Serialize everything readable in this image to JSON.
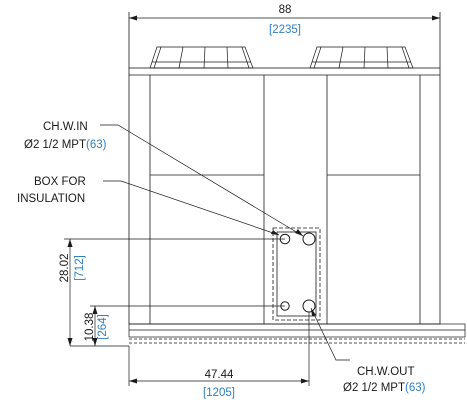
{
  "dimensions": {
    "overall_width": {
      "imperial": "88",
      "metric": "[2235]"
    },
    "inlet_height": {
      "imperial": "28.02",
      "metric": "[712]"
    },
    "outlet_height": {
      "imperial": "10.38",
      "metric": "[264]"
    },
    "connection_offset": {
      "imperial": "47.44",
      "metric": "[1205]"
    }
  },
  "callouts": {
    "inlet": {
      "line1": "CH.W.IN",
      "line2": "Ø2 1/2 MPT",
      "metric": "(63)"
    },
    "box": {
      "line1": "BOX FOR",
      "line2": "INSULATION"
    },
    "outlet": {
      "line1": "CH.W.OUT",
      "line2": "Ø2 1/2 MPT",
      "metric": "(63)"
    }
  },
  "colors": {
    "line": "#1a1a1a",
    "metric": "#2f7fc1"
  }
}
